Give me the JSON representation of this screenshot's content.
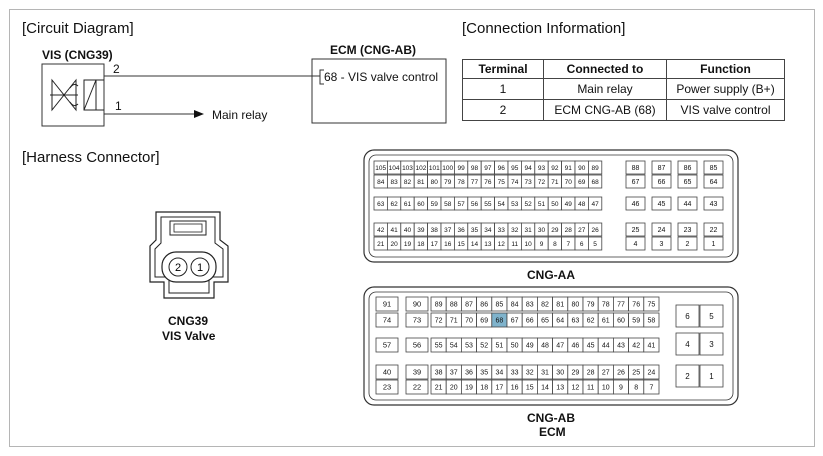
{
  "sections": {
    "circuit_diagram": "[Circuit Diagram]",
    "connection_info": "[Connection Information]",
    "harness_connector": "[Harness Connector]"
  },
  "circuit": {
    "component_label": "VIS (CNG39)",
    "pin_top": "2",
    "pin_bottom": "1",
    "main_relay": "Main relay",
    "ecm_title": "ECM (CNG-AB)",
    "ecm_pin_text": "68 - VIS valve control"
  },
  "connection_table": {
    "headers": [
      "Terminal",
      "Connected to",
      "Function"
    ],
    "rows": [
      [
        "1",
        "Main relay",
        "Power supply (B+)"
      ],
      [
        "2",
        "ECM CNG-AB (68)",
        "VIS valve control"
      ]
    ]
  },
  "cng39": {
    "pins": [
      "2",
      "1"
    ],
    "caption_line1": "CNG39",
    "caption_line2": "VIS Valve"
  },
  "cng_aa": {
    "caption": "CNG-AA",
    "rows": [
      {
        "left": [
          "105",
          "104",
          "103",
          "102",
          "101",
          "100",
          "99",
          "98",
          "97",
          "96",
          "95",
          "94",
          "93",
          "92",
          "91",
          "90",
          "89"
        ],
        "right": [
          "88",
          "87",
          "86",
          "85"
        ]
      },
      {
        "left": [
          "84",
          "83",
          "82",
          "81",
          "80",
          "79",
          "78",
          "77",
          "76",
          "75",
          "74",
          "73",
          "72",
          "71",
          "70",
          "69",
          "68"
        ],
        "right": [
          "67",
          "66",
          "65",
          "64"
        ]
      },
      {
        "left": [
          "63",
          "62",
          "61",
          "60",
          "59",
          "58",
          "57",
          "56",
          "55",
          "54",
          "53",
          "52",
          "51",
          "50",
          "49",
          "48",
          "47"
        ],
        "right": [
          "46",
          "45",
          "44",
          "43"
        ]
      },
      {
        "left": [
          "42",
          "41",
          "40",
          "39",
          "38",
          "37",
          "36",
          "35",
          "34",
          "33",
          "32",
          "31",
          "30",
          "29",
          "28",
          "27",
          "26"
        ],
        "right": [
          "25",
          "24",
          "23",
          "22"
        ]
      },
      {
        "left": [
          "21",
          "20",
          "19",
          "18",
          "17",
          "16",
          "15",
          "14",
          "13",
          "12",
          "11",
          "10",
          "9",
          "8",
          "7",
          "6",
          "5"
        ],
        "right": [
          "4",
          "3",
          "2",
          "1"
        ]
      }
    ]
  },
  "cng_ab": {
    "caption_line1": "CNG-AB",
    "caption_line2": "ECM",
    "highlight_pin": "68",
    "highlight_color": "#7fb3cc",
    "rows": [
      {
        "a": "91",
        "b": "90",
        "main": [
          "89",
          "88",
          "87",
          "86",
          "85",
          "84",
          "83",
          "82",
          "81",
          "80",
          "79",
          "78",
          "77",
          "76",
          "75"
        ]
      },
      {
        "a": "74",
        "b": "73",
        "main": [
          "72",
          "71",
          "70",
          "69",
          "68",
          "67",
          "66",
          "65",
          "64",
          "63",
          "62",
          "61",
          "60",
          "59",
          "58"
        ]
      },
      {
        "a": "57",
        "b": "56",
        "main": [
          "55",
          "54",
          "53",
          "52",
          "51",
          "50",
          "49",
          "48",
          "47",
          "46",
          "45",
          "44",
          "43",
          "42",
          "41"
        ]
      },
      {
        "a": "40",
        "b": "39",
        "main": [
          "38",
          "37",
          "36",
          "35",
          "34",
          "33",
          "32",
          "31",
          "30",
          "29",
          "28",
          "27",
          "26",
          "25",
          "24"
        ]
      },
      {
        "a": "23",
        "b": "22",
        "main": [
          "21",
          "20",
          "19",
          "18",
          "17",
          "16",
          "15",
          "14",
          "13",
          "12",
          "11",
          "10",
          "9",
          "8",
          "7"
        ]
      }
    ],
    "right": [
      [
        "6",
        "5"
      ],
      [
        "4",
        "3"
      ],
      [
        "2",
        "1"
      ]
    ]
  }
}
